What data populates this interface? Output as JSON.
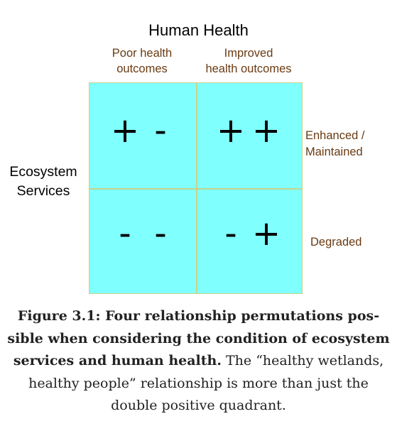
{
  "diagram": {
    "top_title": "Human Health",
    "columns": [
      {
        "label_line1": "Poor health",
        "label_line2": "outcomes"
      },
      {
        "label_line1": "Improved",
        "label_line2": "health outcomes"
      }
    ],
    "rows": [
      {
        "label_line1": "Enhanced /",
        "label_line2": "Maintained"
      },
      {
        "label_line1": "Degraded"
      }
    ],
    "side_label_line1": "Ecosystem",
    "side_label_line2": "Services",
    "cells": {
      "top_left": {
        "health": "+",
        "ecosystem": "-"
      },
      "top_right": {
        "health": "+",
        "ecosystem": "+"
      },
      "bottom_left": {
        "health": "-",
        "ecosystem": "-"
      },
      "bottom_right": {
        "health": "-",
        "ecosystem": "+"
      }
    },
    "colors": {
      "cell_fill": "#80ffff",
      "grid_line": "#c7d28a",
      "label_color": "#6a3a12"
    }
  },
  "caption": {
    "bold_lines": [
      "Figure 3.1: Four relationship permutations pos-",
      "sible when considering the condition of ecosystem",
      "services and human health."
    ],
    "normal_inline": " The “healthy wetlands,",
    "normal_lines": [
      "healthy people” relationship is more than just the",
      "double positive quadrant."
    ]
  }
}
